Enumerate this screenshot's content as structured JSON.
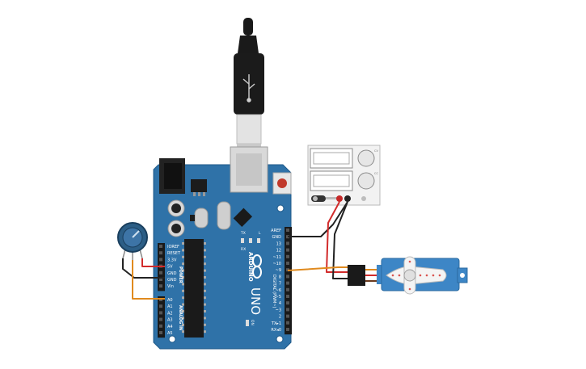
{
  "board": {
    "logo_text": "ARDUINO",
    "model_text": "UNO",
    "power_section_label": "POWER",
    "analog_section_label": "ANALOG IN",
    "digital_section_label": "DIGITAL (PWM~)",
    "on_label": "ON",
    "tx_label": "TX",
    "rx_label": "RX",
    "l_label": "L",
    "power_pin_labels": [
      "IOREF",
      "RESET",
      "3.3V",
      "5V",
      "GND",
      "GND",
      "Vin"
    ],
    "analog_pin_labels": [
      "A0",
      "A1",
      "A2",
      "A3",
      "A4",
      "A5"
    ],
    "digital_pin_labels": [
      "AREF",
      "GND",
      "13",
      "12",
      "~11",
      "~10",
      "~9",
      "8",
      "7",
      "~6",
      "~5",
      "4",
      "~3",
      "2",
      "TX▸1",
      "RX◂0"
    ]
  },
  "power_supply": {
    "display_labels": [
      "CV",
      "CC"
    ]
  },
  "colors": {
    "board": "#2f72a8",
    "board_dark": "#1f5a8a",
    "wire_red": "#d22b2b",
    "wire_black": "#222222",
    "wire_orange": "#e08a1e",
    "servo": "#3d86c6"
  }
}
